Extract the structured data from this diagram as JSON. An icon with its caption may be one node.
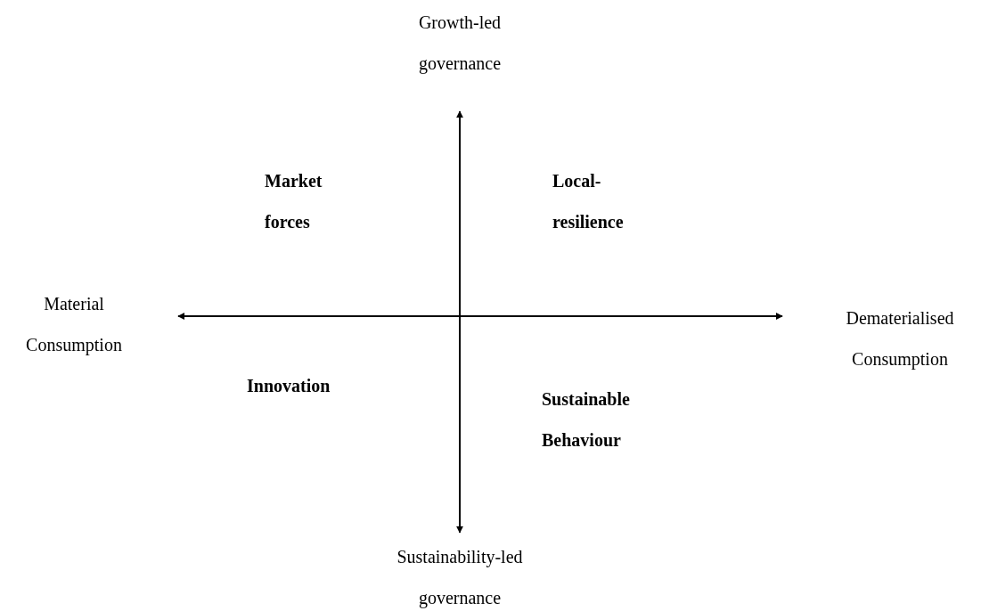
{
  "diagram": {
    "labels": [
      "Growth-led governance",
      "Market forces",
      "Local-resilience",
      "Material Consumption",
      "Dematerialised Consumption",
      "Innovation",
      "Sustainable Behaviour",
      "Sustainability-led governance"
    ]
  }
}
